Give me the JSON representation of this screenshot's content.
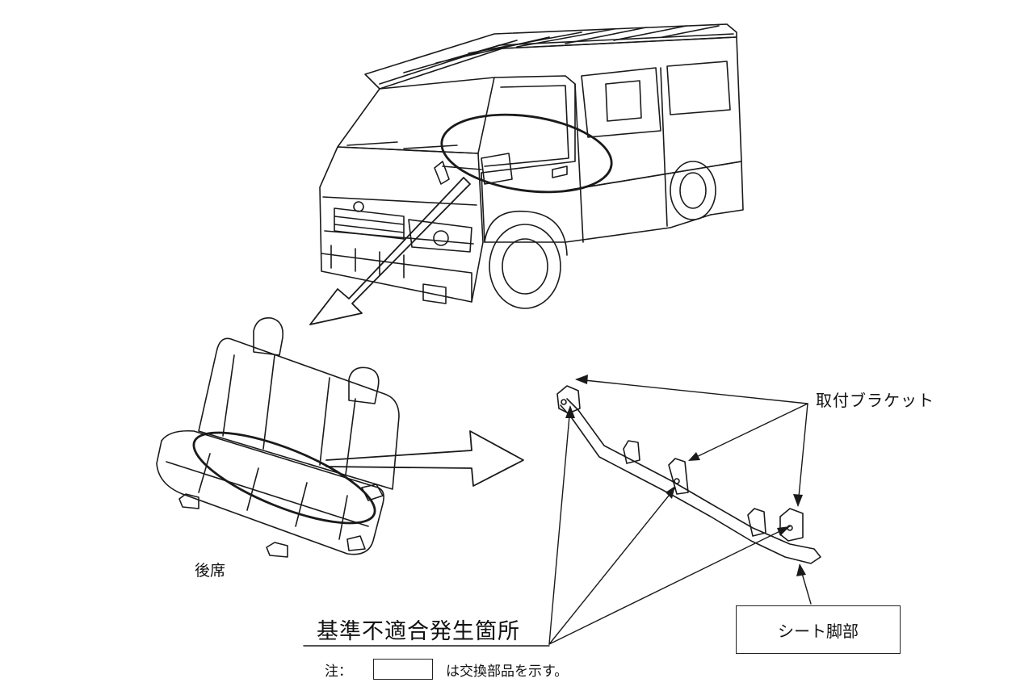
{
  "labels": {
    "rear_seat": "後席",
    "mounting_bracket": "取付ブラケット",
    "seat_leg": "シート脚部",
    "nonconformity_location": "基準不適合発生箇所",
    "note_prefix": "注：",
    "note_text": "は交換部品を示す。"
  },
  "colors": {
    "line": "#1a1a1a",
    "background": "#ffffff"
  }
}
